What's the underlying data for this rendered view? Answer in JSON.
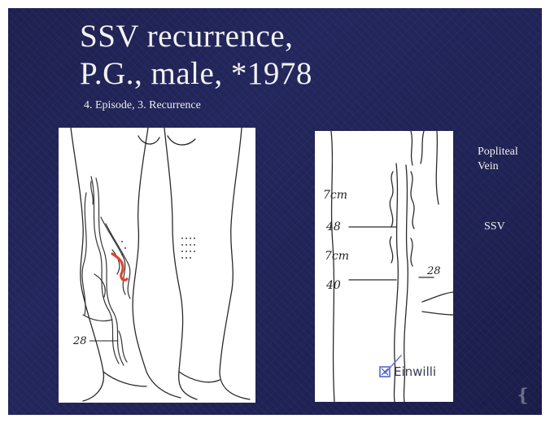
{
  "slide": {
    "title_line1": "SSV recurrence,",
    "title_line2": "P.G., male, *1978",
    "subtitle": "4. Episode,  3. Recurrence"
  },
  "labels": {
    "popliteal_line1": "Popliteal",
    "popliteal_line2": "Vein",
    "ssv": "SSV"
  },
  "left_sketch": {
    "annotation": "28"
  },
  "right_sketch": {
    "measurements": [
      "7cm",
      "48",
      "7cm",
      "40",
      "28"
    ],
    "stamp_text": "Einwilli"
  },
  "colors": {
    "background": "#1e2050",
    "text": "#f2f2f2",
    "highlight_red": "#e0452e",
    "stamp_blue": "#3b4fc4"
  }
}
